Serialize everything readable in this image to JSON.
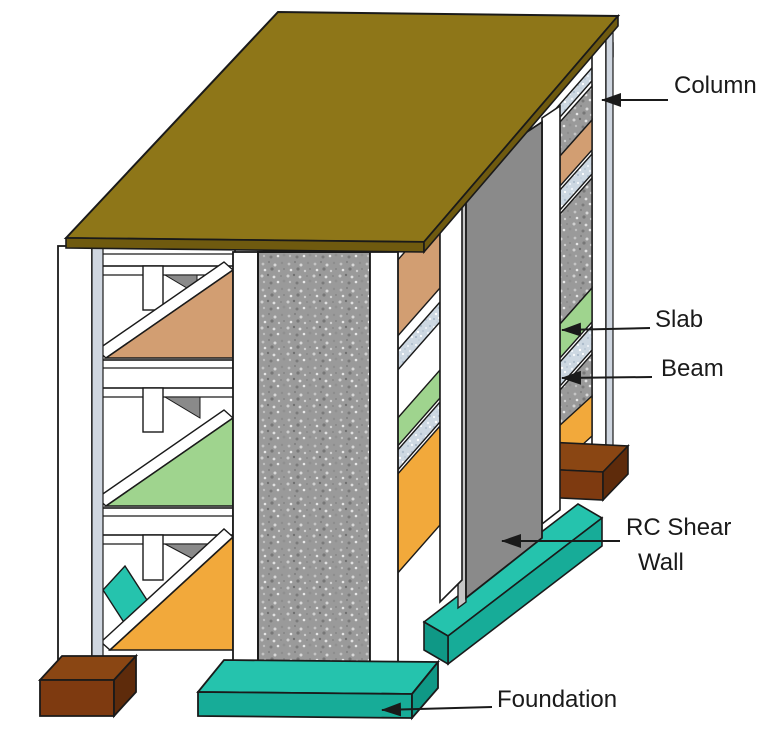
{
  "diagram": {
    "type": "building-structure-3d",
    "labels": {
      "column": "Column",
      "slab": "Slab",
      "beam": "Beam",
      "rc_shear_wall_line1": "RC Shear",
      "rc_shear_wall_line2": "Wall",
      "foundation": "Foundation"
    },
    "colors": {
      "background": "#FFFFFF",
      "outline": "#1A1A1A",
      "roof_top": "#8E7618",
      "roof_fascia": "#6F5A0F",
      "slab_top_floor": "#D29E72",
      "slab_middle_floor": "#9FD48E",
      "slab_ground_floor": "#F2A93B",
      "beam_concrete": "#CDD8E2",
      "wall_speckled": "#9A9A9A",
      "wall_smooth": "#8A8A8A",
      "wall_smooth_side": "#C6C6C6",
      "column_face": "#FFFFFF",
      "column_side": "#CFD6E0",
      "foundation_top": "#25C3AD",
      "foundation_front": "#17AC98",
      "foundation_side": "#0F9886",
      "footing_top": "#8A4613",
      "footing_front": "#7E3A10",
      "footing_side": "#5E2B0B",
      "shadow_triangle": "#8A8A8A"
    }
  }
}
